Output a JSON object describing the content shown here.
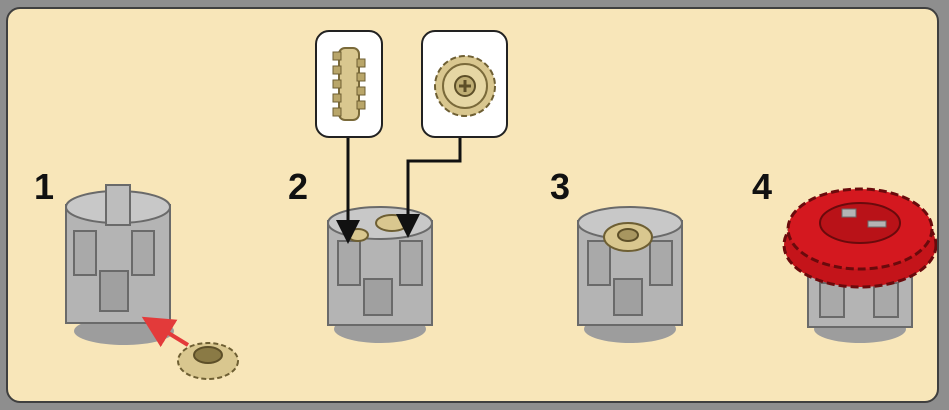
{
  "steps": [
    {
      "number": "1"
    },
    {
      "number": "2"
    },
    {
      "number": "3"
    },
    {
      "number": "4"
    }
  ],
  "colors": {
    "panel_background": "#f8e6b9",
    "border": "#3f3f3f",
    "hub_gray": "#b4b4b4",
    "gear_tan": "#d9c78f",
    "gear_red": "#c4141a",
    "arrow_red": "#e33a3a",
    "arrow_black": "#111111"
  },
  "icons": [
    "connector-hub-icon",
    "bevel-gear-tan-icon",
    "double-bevel-gear-red-icon"
  ]
}
